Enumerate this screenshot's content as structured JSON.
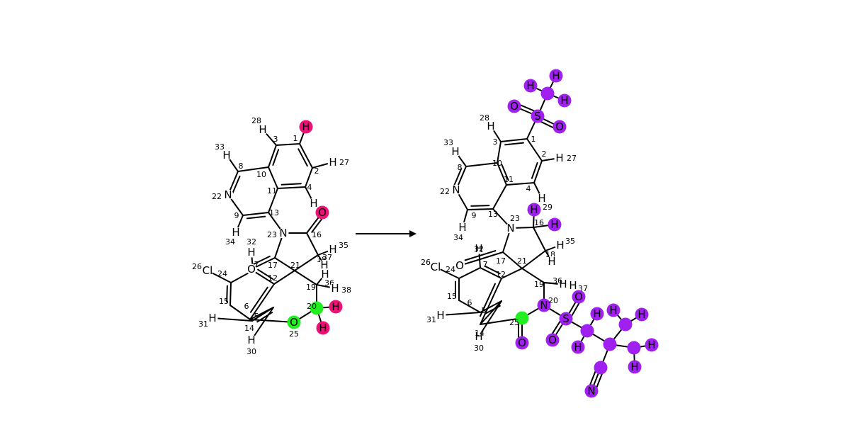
{
  "colors": {
    "removed": "#ee1177",
    "reaction_center": "#22ee22",
    "added": "#a020f0"
  },
  "reaction_arrow": "arrow-right",
  "reactant": {
    "atoms": [
      {
        "label": "N",
        "n": "22"
      },
      {
        "label": "",
        "n": "8"
      },
      {
        "label": "H",
        "n": "33"
      },
      {
        "label": "",
        "n": "10"
      },
      {
        "label": "",
        "n": "3"
      },
      {
        "label": "H",
        "n": "28"
      },
      {
        "label": "",
        "n": "1"
      },
      {
        "label": "H",
        "n": ""
      },
      {
        "label": "",
        "n": "2"
      },
      {
        "label": "H",
        "n": "27"
      },
      {
        "label": "",
        "n": "4"
      },
      {
        "label": "H",
        "n": ""
      },
      {
        "label": "",
        "n": "11"
      },
      {
        "label": "",
        "n": "13"
      },
      {
        "label": "",
        "n": "9"
      },
      {
        "label": "H",
        "n": "34"
      },
      {
        "label": "N",
        "n": "23"
      },
      {
        "label": "",
        "n": "16"
      },
      {
        "label": "O",
        "n": ""
      },
      {
        "label": "",
        "n": "18"
      },
      {
        "label": "H",
        "n": "35"
      },
      {
        "label": "H",
        "n": "37"
      },
      {
        "label": "",
        "n": "17"
      },
      {
        "label": "O",
        "n": ""
      },
      {
        "label": "",
        "n": "21"
      },
      {
        "label": "",
        "n": "19"
      },
      {
        "label": "H",
        "n": "36"
      },
      {
        "label": "H",
        "n": "38"
      },
      {
        "label": "",
        "n": "20"
      },
      {
        "label": "H",
        "n": ""
      },
      {
        "label": "H",
        "n": ""
      },
      {
        "label": "O",
        "n": "25"
      },
      {
        "label": "",
        "n": "12"
      },
      {
        "label": "",
        "n": "7"
      },
      {
        "label": "H",
        "n": "32"
      },
      {
        "label": "",
        "n": "24"
      },
      {
        "label": "Cl",
        "n": "26"
      },
      {
        "label": "",
        "n": "15"
      },
      {
        "label": "",
        "n": "6"
      },
      {
        "label": "H",
        "n": "31"
      },
      {
        "label": "",
        "n": "5"
      },
      {
        "label": "H",
        "n": "30"
      },
      {
        "label": "",
        "n": "14"
      }
    ]
  },
  "product": {
    "atoms": [
      {
        "label": "S",
        "n": ""
      },
      {
        "label": "O",
        "n": ""
      },
      {
        "label": "O",
        "n": ""
      },
      {
        "label": "",
        "n": ""
      },
      {
        "label": "H",
        "n": ""
      },
      {
        "label": "H",
        "n": ""
      },
      {
        "label": "H",
        "n": ""
      },
      {
        "label": "",
        "n": "1"
      },
      {
        "label": "",
        "n": "3"
      },
      {
        "label": "H",
        "n": "28"
      },
      {
        "label": "",
        "n": "2"
      },
      {
        "label": "H",
        "n": "27"
      },
      {
        "label": "",
        "n": "4"
      },
      {
        "label": "H",
        "n": "29"
      },
      {
        "label": "",
        "n": "11"
      },
      {
        "label": "",
        "n": "10"
      },
      {
        "label": "",
        "n": "8"
      },
      {
        "label": "H",
        "n": "33"
      },
      {
        "label": "N",
        "n": "22"
      },
      {
        "label": "",
        "n": "9"
      },
      {
        "label": "H",
        "n": "34"
      },
      {
        "label": "",
        "n": "13"
      },
      {
        "label": "N",
        "n": "23"
      },
      {
        "label": "",
        "n": "16"
      },
      {
        "label": "H",
        "n": ""
      },
      {
        "label": "H",
        "n": ""
      },
      {
        "label": "",
        "n": "18"
      },
      {
        "label": "H",
        "n": "35"
      },
      {
        "label": "H",
        "n": ""
      },
      {
        "label": "",
        "n": "17"
      },
      {
        "label": "O",
        "n": ""
      },
      {
        "label": "",
        "n": "21"
      },
      {
        "label": "",
        "n": "19"
      },
      {
        "label": "H",
        "n": "36"
      },
      {
        "label": "H",
        "n": "37"
      },
      {
        "label": "N",
        "n": "20"
      },
      {
        "label": "",
        "n": "25"
      },
      {
        "label": "O",
        "n": ""
      },
      {
        "label": "S",
        "n": ""
      },
      {
        "label": "O",
        "n": ""
      },
      {
        "label": "O",
        "n": ""
      },
      {
        "label": "",
        "n": ""
      },
      {
        "label": "H",
        "n": ""
      },
      {
        "label": "H",
        "n": ""
      },
      {
        "label": "",
        "n": ""
      },
      {
        "label": "",
        "n": ""
      },
      {
        "label": "H",
        "n": ""
      },
      {
        "label": "H",
        "n": ""
      },
      {
        "label": "",
        "n": ""
      },
      {
        "label": "H",
        "n": ""
      },
      {
        "label": "H",
        "n": ""
      },
      {
        "label": "",
        "n": ""
      },
      {
        "label": "N",
        "n": ""
      },
      {
        "label": "",
        "n": "12"
      },
      {
        "label": "",
        "n": "7"
      },
      {
        "label": "H",
        "n": "32"
      },
      {
        "label": "",
        "n": "24"
      },
      {
        "label": "Cl",
        "n": "26"
      },
      {
        "label": "",
        "n": "15"
      },
      {
        "label": "",
        "n": "6"
      },
      {
        "label": "H",
        "n": "31"
      },
      {
        "label": "",
        "n": "5"
      },
      {
        "label": "H",
        "n": "30"
      },
      {
        "label": "",
        "n": "14"
      }
    ]
  }
}
